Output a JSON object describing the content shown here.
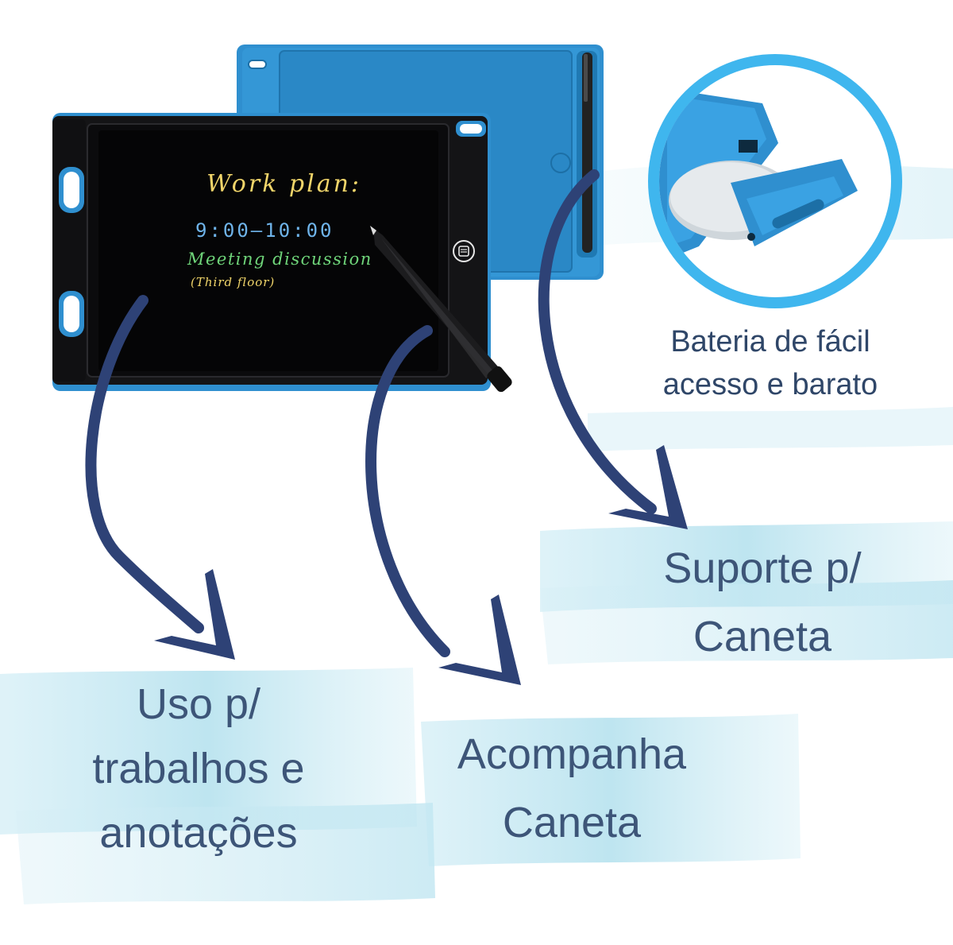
{
  "screen": {
    "lines": [
      "Work plan:",
      "9:00—10:00",
      "Meeting discussion",
      "(Third floor)"
    ]
  },
  "captions": {
    "battery": [
      "Bateria de fácil",
      "acesso e barato"
    ],
    "pen_holder": [
      "Suporte p/",
      "Caneta"
    ],
    "uses": [
      "Uso p/",
      "trabalhos e",
      "anotações"
    ],
    "pen_included": [
      "Acompanha",
      "Caneta"
    ]
  },
  "icons": {
    "arrows": "curved-arrow-icon",
    "erase_button": "erase-button-icon",
    "battery_detail": "battery-compartment-icon",
    "stylus": "stylus-pen-icon"
  },
  "colors": {
    "tablet_blue": "#2f8fcf",
    "tablet_blue_dark": "#1c6fa6",
    "screen_black": "#0b0b0d",
    "arrow_navy": "#2e4276",
    "caption_text": "#3d5578",
    "wash_cyan": "#bfe6f2",
    "circle_ring": "#3fb6ee",
    "screen_yellow": "#f1d56a",
    "screen_blue": "#6fb4ea",
    "screen_green": "#6fd57a"
  }
}
